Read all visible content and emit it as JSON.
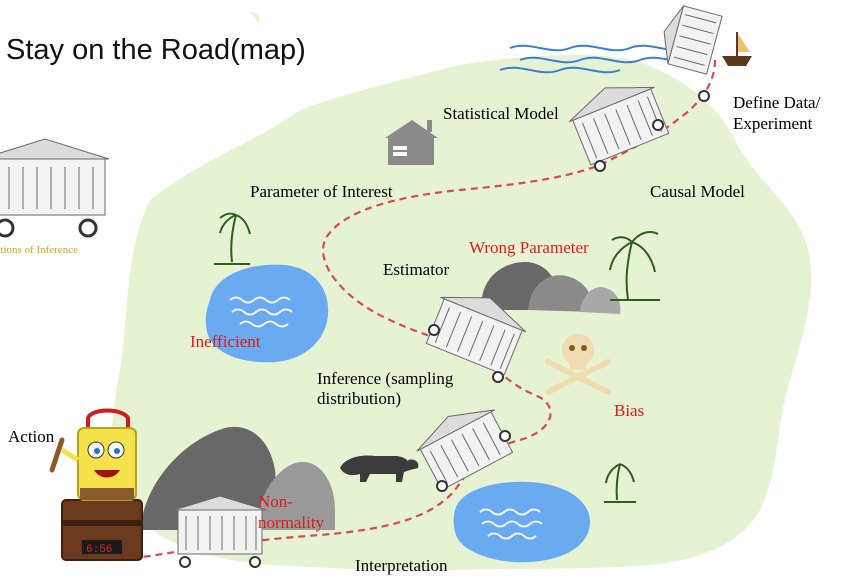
{
  "title": "Stay on the Road(map)",
  "labels": {
    "statistical_model": "Statistical Model",
    "define_data": "Define Data/\nExperiment",
    "parameter_of_interest": "Parameter of Interest",
    "causal_model": "Causal Model",
    "estimator": "Estimator",
    "wrong_parameter": "Wrong Parameter",
    "inefficient": "Inefficient",
    "inference": "Inference (sampling\ndistribution)",
    "bias": "Bias",
    "action": "Action",
    "non_normality": "Non-\nnormality",
    "interpretation": "Interpretation",
    "foundations": "dations of Inference"
  },
  "colors": {
    "land": "#e6f3d3",
    "lake": "#6aaaf0",
    "road": "#d9475a",
    "rock_dark": "#686868",
    "rock_light": "#9a9a9a",
    "red_text": "#e01b1b",
    "gold_text": "#d9a21b"
  },
  "icons": [
    "temple-icon",
    "house-icon",
    "palm-icon",
    "skull-crossbones-icon",
    "bear-icon",
    "spongebob-icon",
    "treasure-chest-icon",
    "boat-icon",
    "waves-icon"
  ]
}
